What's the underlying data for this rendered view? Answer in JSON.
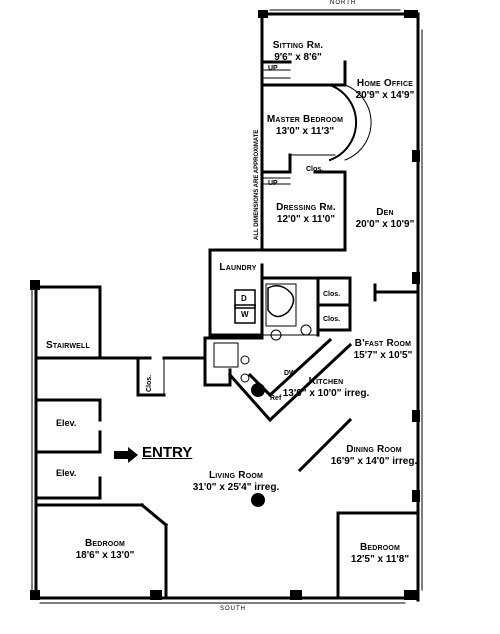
{
  "compass": {
    "north": "NORTH",
    "south": "SOUTH"
  },
  "note": "ALL DIMENSIONS ARE APPROXIMATE",
  "entry": "ENTRY",
  "rooms": {
    "sitting": {
      "name": "Sitting Rm.",
      "dim": "9'6\" x 8'6\""
    },
    "home_office": {
      "name": "Home Office",
      "dim": "20'9\" x 14'9\""
    },
    "master_bedroom": {
      "name": "Master Bedroom",
      "dim": "13'0\" x 11'3\""
    },
    "dressing": {
      "name": "Dressing Rm.",
      "dim": "12'0\" x 11'0\""
    },
    "den": {
      "name": "Den",
      "dim": "20'0\" x 10'9\""
    },
    "laundry": {
      "name": "Laundry"
    },
    "stairwell": {
      "name": "Stairwell"
    },
    "bfast": {
      "name": "B'fast Room",
      "dim": "15'7\" x 10'5\""
    },
    "kitchen": {
      "name": "Kitchen",
      "dim": "13'0\" x 10'0\" irreg."
    },
    "dining": {
      "name": "Dining Room",
      "dim": "16'9\" x 14'0\" irreg."
    },
    "living": {
      "name": "Living Room",
      "dim": "31'0\" x 25'4\" irreg."
    },
    "bedroom_sw": {
      "name": "Bedroom",
      "dim": "18'6\" x 13'0\""
    },
    "bedroom_se": {
      "name": "Bedroom",
      "dim": "12'5\" x 11'8\""
    }
  },
  "small_labels": {
    "clos_master": "Clos.",
    "clos_1": "Clos.",
    "clos_2": "Clos.",
    "clos_entry": "Clos.",
    "up_1": "UP",
    "up_2": "UP",
    "elev_1": "Elev.",
    "elev_2": "Elev.",
    "dw": "DW",
    "ref": "Ref",
    "d": "D",
    "w": "W"
  }
}
